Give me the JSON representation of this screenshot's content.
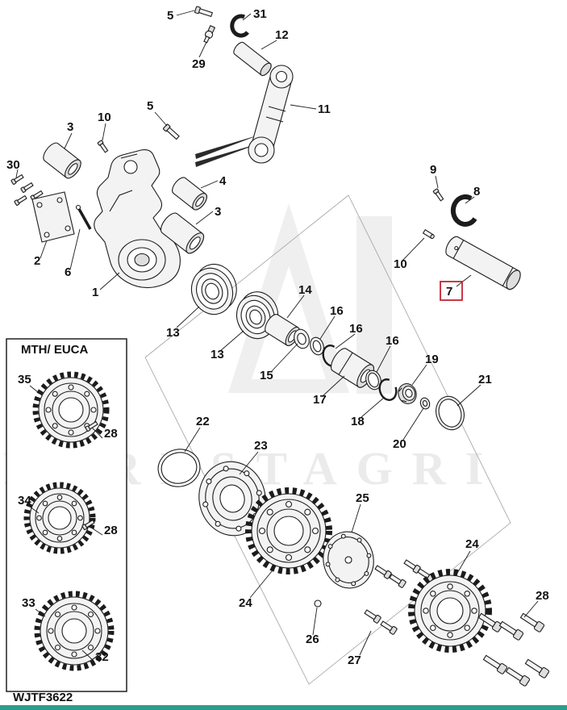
{
  "page": {
    "part_code": "WJTF3622",
    "watermark_text": "FORESTAGRI",
    "inset_title": "MTH/ EUCA",
    "highlight_color": "#c32430",
    "footer_bar_color": "#2e9c8d",
    "background": "#ffffff"
  },
  "callouts": {
    "c5a": "5",
    "c31": "31",
    "c29": "29",
    "c12": "12",
    "c11": "11",
    "c5b": "5",
    "c10a": "10",
    "c3a": "3",
    "c30": "30",
    "c4": "4",
    "c3b": "3",
    "c2": "2",
    "c6": "6",
    "c1": "1",
    "c9": "9",
    "c8": "8",
    "c10b": "10",
    "c7": "7",
    "c13a": "13",
    "c13b": "13",
    "c14": "14",
    "c15": "15",
    "c16a": "16",
    "c16b": "16",
    "c16c": "16",
    "c17": "17",
    "c18": "18",
    "c19": "19",
    "c20": "20",
    "c21": "21",
    "c22": "22",
    "c23": "23",
    "c24a": "24",
    "c25": "25",
    "c26": "26",
    "c27": "27",
    "c24b": "24",
    "c28r": "28",
    "c35": "35",
    "c28a": "28",
    "c34": "34",
    "c28b": "28",
    "c33": "33",
    "c32": "32"
  }
}
